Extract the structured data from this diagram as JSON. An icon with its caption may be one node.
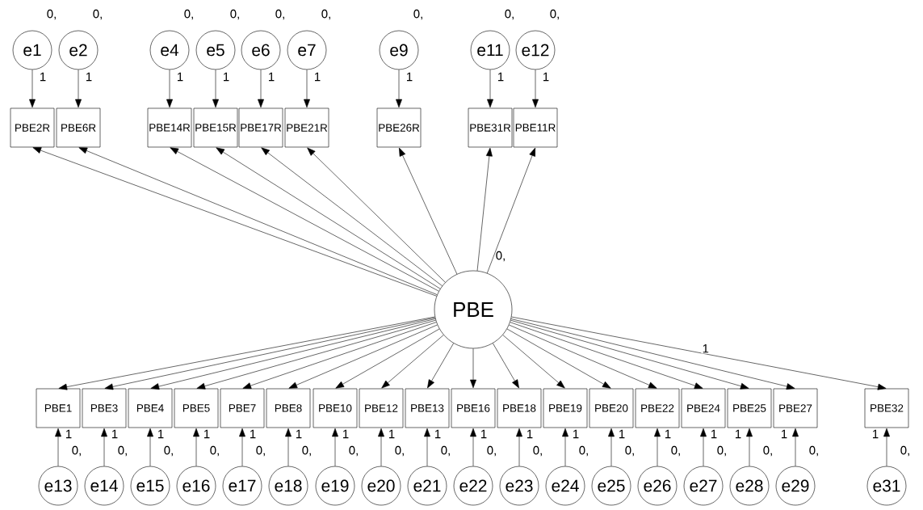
{
  "diagram": {
    "nodes": [
      {
        "text": [
          "e1"
        ],
        "beside": [
          "0,"
        ]
      },
      {
        "text": [
          "e2"
        ],
        "beside": [
          "0,"
        ]
      },
      {
        "text": [
          "e4"
        ],
        "beside": [
          "0,"
        ]
      },
      {
        "text": [
          "e5"
        ],
        "beside": [
          "0,"
        ]
      },
      {
        "text": [
          "e6"
        ],
        "beside": [
          "0,"
        ]
      },
      {
        "text": [
          "e7"
        ],
        "beside": [
          "0,"
        ]
      },
      {
        "text": [
          "e9"
        ],
        "beside": [
          "0,"
        ]
      },
      {
        "text": [
          "e11"
        ],
        "beside": [
          "0,"
        ]
      },
      {
        "text": [
          "e12"
        ],
        "beside": [
          "0,"
        ]
      },
      {
        "text": [
          "PBE2R"
        ]
      },
      {
        "text": [
          "PBE6R"
        ]
      },
      {
        "text": [
          "PBE14R"
        ]
      },
      {
        "text": [
          "PBE15R"
        ]
      },
      {
        "text": [
          "PBE17R"
        ]
      },
      {
        "text": [
          "PBE21R"
        ]
      },
      {
        "text": [
          "PBE26R"
        ]
      },
      {
        "text": [
          "PBE31R"
        ]
      },
      {
        "text": [
          "PBE11R"
        ]
      },
      {
        "text": [
          "PBE"
        ],
        "beside": [
          "0,"
        ]
      },
      {
        "text": [
          "PBE1"
        ]
      },
      {
        "text": [
          "PBE3"
        ]
      },
      {
        "text": [
          "PBE4"
        ]
      },
      {
        "text": [
          "PBE5"
        ]
      },
      {
        "text": [
          "PBE7"
        ]
      },
      {
        "text": [
          "PBE8"
        ]
      },
      {
        "text": [
          "PBE10"
        ]
      },
      {
        "text": [
          "PBE12"
        ]
      },
      {
        "text": [
          "PBE13"
        ]
      },
      {
        "text": [
          "PBE16"
        ]
      },
      {
        "text": [
          "PBE18"
        ]
      },
      {
        "text": [
          "PBE19"
        ]
      },
      {
        "text": [
          "PBE20"
        ]
      },
      {
        "text": [
          "PBE22"
        ]
      },
      {
        "text": [
          "PBE24"
        ]
      },
      {
        "text": [
          "PBE25"
        ]
      },
      {
        "text": [
          "PBE27"
        ]
      },
      {
        "text": [
          "PBE32"
        ]
      },
      {
        "text": [
          "e13"
        ],
        "beside": [
          "0,"
        ]
      },
      {
        "text": [
          "e14"
        ],
        "beside": [
          "0,"
        ]
      },
      {
        "text": [
          "e15"
        ],
        "beside": [
          "0,"
        ]
      },
      {
        "text": [
          "e16"
        ],
        "beside": [
          "0,"
        ]
      },
      {
        "text": [
          "e17"
        ],
        "beside": [
          "0,"
        ]
      },
      {
        "text": [
          "e18"
        ],
        "beside": [
          "0,"
        ]
      },
      {
        "text": [
          "e19"
        ],
        "beside": [
          "0,"
        ]
      },
      {
        "text": [
          "e20"
        ],
        "beside": [
          "0,"
        ]
      },
      {
        "text": [
          "e21"
        ],
        "beside": [
          "0,"
        ]
      },
      {
        "text": [
          "e22"
        ],
        "beside": [
          "0,"
        ]
      },
      {
        "text": [
          "e23"
        ],
        "beside": [
          "0,"
        ]
      },
      {
        "text": [
          "e24"
        ],
        "beside": [
          "0,"
        ]
      },
      {
        "text": [
          "e25"
        ],
        "beside": [
          "0,"
        ]
      },
      {
        "text": [
          "e26"
        ],
        "beside": [
          "0,"
        ]
      },
      {
        "text": [
          "e27"
        ],
        "beside": [
          "0,"
        ]
      },
      {
        "text": [
          "e28"
        ],
        "beside": [
          "0,"
        ]
      },
      {
        "text": [
          "e29"
        ],
        "beside": [
          "0,"
        ]
      },
      {
        "text": [
          "e31"
        ],
        "beside": [
          "0,"
        ]
      }
    ],
    "edges": [
      {
        "from": 0,
        "to": 9,
        "arrow": "to",
        "label": "1"
      },
      {
        "from": 1,
        "to": 10,
        "arrow": "to",
        "label": "1"
      },
      {
        "from": 2,
        "to": 11,
        "arrow": "to",
        "label": "1"
      },
      {
        "from": 3,
        "to": 12,
        "arrow": "to",
        "label": "1"
      },
      {
        "from": 4,
        "to": 13,
        "arrow": "to",
        "label": "1"
      },
      {
        "from": 5,
        "to": 14,
        "arrow": "to",
        "label": "1"
      },
      {
        "from": 6,
        "to": 15,
        "arrow": "to",
        "label": "1"
      },
      {
        "from": 7,
        "to": 16,
        "arrow": "to",
        "label": "1"
      },
      {
        "from": 8,
        "to": 17,
        "arrow": "to",
        "label": "1"
      },
      {
        "from": 18,
        "to": 9,
        "arrow": "to"
      },
      {
        "from": 18,
        "to": 10,
        "arrow": "to"
      },
      {
        "from": 18,
        "to": 11,
        "arrow": "to"
      },
      {
        "from": 18,
        "to": 12,
        "arrow": "to"
      },
      {
        "from": 18,
        "to": 13,
        "arrow": "to"
      },
      {
        "from": 18,
        "to": 14,
        "arrow": "to"
      },
      {
        "from": 18,
        "to": 15,
        "arrow": "to"
      },
      {
        "from": 18,
        "to": 16,
        "arrow": "to"
      },
      {
        "from": 18,
        "to": 17,
        "arrow": "to"
      },
      {
        "from": 18,
        "to": 19,
        "arrow": "to"
      },
      {
        "from": 18,
        "to": 20,
        "arrow": "to"
      },
      {
        "from": 18,
        "to": 21,
        "arrow": "to"
      },
      {
        "from": 18,
        "to": 22,
        "arrow": "to"
      },
      {
        "from": 18,
        "to": 23,
        "arrow": "to"
      },
      {
        "from": 18,
        "to": 24,
        "arrow": "to"
      },
      {
        "from": 18,
        "to": 25,
        "arrow": "to"
      },
      {
        "from": 18,
        "to": 26,
        "arrow": "to"
      },
      {
        "from": 18,
        "to": 27,
        "arrow": "to"
      },
      {
        "from": 18,
        "to": 28,
        "arrow": "to"
      },
      {
        "from": 18,
        "to": 29,
        "arrow": "to"
      },
      {
        "from": 18,
        "to": 30,
        "arrow": "to"
      },
      {
        "from": 18,
        "to": 31,
        "arrow": "to"
      },
      {
        "from": 18,
        "to": 32,
        "arrow": "to"
      },
      {
        "from": 18,
        "to": 33,
        "arrow": "to"
      },
      {
        "from": 18,
        "to": 34,
        "arrow": "to"
      },
      {
        "from": 18,
        "to": 35,
        "arrow": "to"
      },
      {
        "from": 18,
        "to": 36,
        "arrow": "to",
        "label": "1"
      },
      {
        "from": 37,
        "to": 19,
        "arrow": "to",
        "label": "1"
      },
      {
        "from": 38,
        "to": 20,
        "arrow": "to",
        "label": "1"
      },
      {
        "from": 39,
        "to": 21,
        "arrow": "to",
        "label": "1"
      },
      {
        "from": 40,
        "to": 22,
        "arrow": "to",
        "label": "1"
      },
      {
        "from": 41,
        "to": 23,
        "arrow": "to",
        "label": "1"
      },
      {
        "from": 42,
        "to": 24,
        "arrow": "to",
        "label": "1"
      },
      {
        "from": 43,
        "to": 25,
        "arrow": "to",
        "label": "1"
      },
      {
        "from": 44,
        "to": 26,
        "arrow": "to",
        "label": "1"
      },
      {
        "from": 45,
        "to": 27,
        "arrow": "to",
        "label": "1"
      },
      {
        "from": 46,
        "to": 28,
        "arrow": "to",
        "label": "1"
      },
      {
        "from": 47,
        "to": 29,
        "arrow": "to",
        "label": "1"
      },
      {
        "from": 48,
        "to": 30,
        "arrow": "to",
        "label": "1"
      },
      {
        "from": 49,
        "to": 31,
        "arrow": "to",
        "label": "1"
      },
      {
        "from": 50,
        "to": 32,
        "arrow": "to",
        "label": "1"
      },
      {
        "from": 51,
        "to": 33,
        "arrow": "to",
        "label": "1"
      },
      {
        "from": 52,
        "to": 34,
        "arrow": "to",
        "label": "1"
      },
      {
        "from": 53,
        "to": 35,
        "arrow": "to",
        "label": "1"
      },
      {
        "from": 54,
        "to": 36,
        "arrow": "to",
        "label": "1"
      }
    ]
  }
}
